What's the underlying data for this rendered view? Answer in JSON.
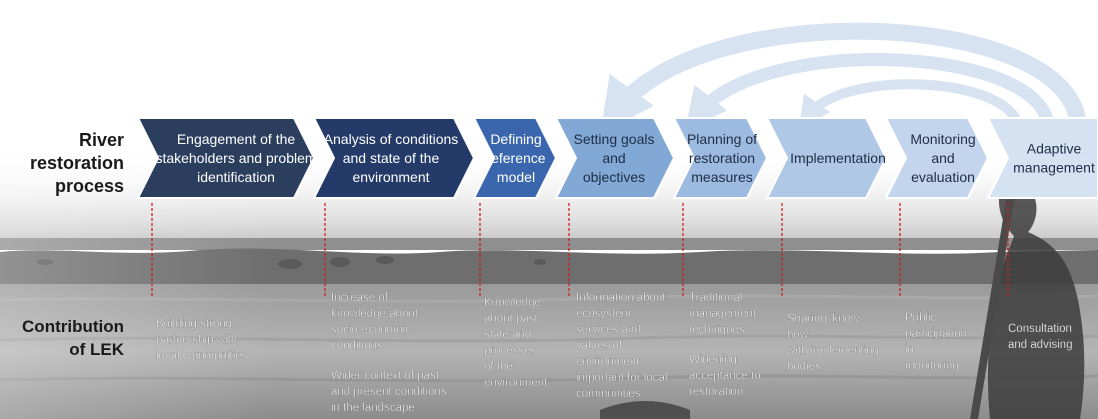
{
  "row_labels": {
    "process": [
      "River",
      "restoration",
      "process"
    ],
    "contribution": [
      "Contribution",
      "of LEK"
    ]
  },
  "stages": [
    {
      "lines": [
        "Engagement of the",
        "stakeholders and problem",
        "identification"
      ],
      "color": "#2c3e5e"
    },
    {
      "lines": [
        "Analysis of conditions",
        "and state of the",
        "environment"
      ],
      "color": "#243a68"
    },
    {
      "lines": [
        "Defining",
        "reference",
        "model"
      ],
      "color": "#3a66ad"
    },
    {
      "lines": [
        "Setting goals",
        "and",
        "objectives"
      ],
      "color": "#82a8d6"
    },
    {
      "lines": [
        "Planning of",
        "restoration",
        "measures"
      ],
      "color": "#9dbbe0"
    },
    {
      "lines": [
        "Implementation"
      ],
      "color": "#afc8e6"
    },
    {
      "lines": [
        "Monitoring",
        "and",
        "evaluation"
      ],
      "color": "#c2d5ec"
    },
    {
      "lines": [
        "Adaptive",
        "management"
      ],
      "color": "#d5e2f2"
    }
  ],
  "contributions": [
    {
      "paragraphs": [
        [
          "Building strong",
          "partnership with",
          "local communities"
        ]
      ]
    },
    {
      "paragraphs": [
        [
          "Increase of",
          "knowledge about",
          "socio-economic",
          "conditions"
        ],
        [
          "Wider context of past",
          "and present conditions",
          "in the landscape"
        ]
      ]
    },
    {
      "paragraphs": [
        [
          "Knowledge",
          "about past",
          "state and",
          "processes",
          "of the",
          "environment"
        ]
      ]
    },
    {
      "paragraphs": [
        [
          "Information about",
          "ecosystem",
          "services and",
          "values of",
          "environment",
          "important for local",
          "communities"
        ]
      ]
    },
    {
      "paragraphs": [
        [
          "Traditional",
          "management",
          "techniques"
        ],
        [
          "Widening",
          "acceptance to",
          "restoration"
        ]
      ]
    },
    {
      "paragraphs": [
        [
          "Sharing ’know-",
          "how’",
          "with implementing",
          "bodies"
        ]
      ]
    },
    {
      "paragraphs": [
        [
          "Public",
          "participation",
          "in",
          "monitoring"
        ]
      ]
    },
    {
      "paragraphs": [
        [
          "Consultation",
          "and advising"
        ]
      ]
    }
  ],
  "colors": {
    "dashed_line": "#cc1f1f",
    "feedback_arrow": "#d7e3f1",
    "label_text": "#1a1a1a"
  }
}
